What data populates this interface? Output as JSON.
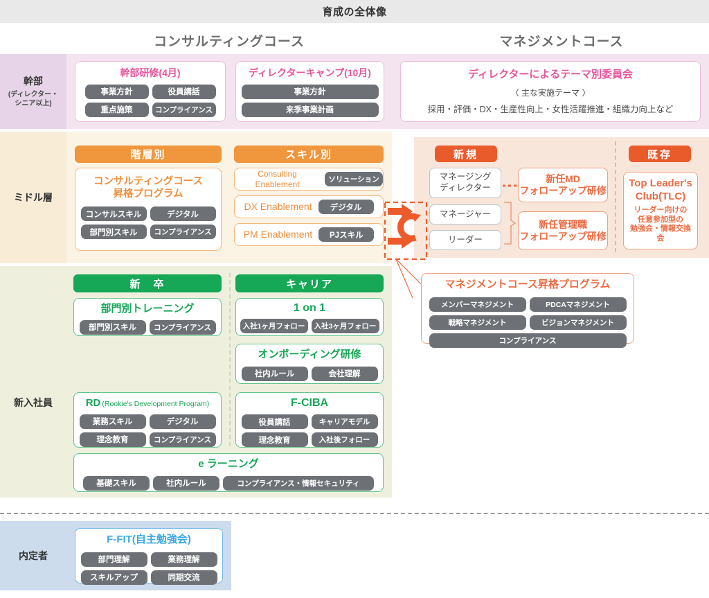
{
  "header": {
    "title": "育成の全体像"
  },
  "courses": {
    "consulting": "コンサルティングコース",
    "management": "マネジメントコース"
  },
  "rows": {
    "exec": {
      "label": "幹部",
      "sub_line1": "(ディレクター・",
      "sub_line2": "シニア以上)"
    },
    "middle": {
      "label": "ミドル層"
    },
    "newhire": {
      "label": "新入社員"
    },
    "offer": {
      "label": "内定者"
    }
  },
  "exec": {
    "card1": {
      "title": "幹部研修(4月)",
      "chips": [
        "事業方針",
        "役員講話",
        "重点施策",
        "コンプライアンス"
      ]
    },
    "card2": {
      "title": "ディレクターキャンプ(10月)",
      "chips": [
        "事業方針",
        "来季事業計画"
      ]
    },
    "card3": {
      "title": "ディレクターによるテーマ別委員会",
      "subtitle": "〈 主な実施テーマ 〉",
      "body": "採用・評価・DX・生産性向上・女性活躍推進・組織力向上など"
    }
  },
  "middle": {
    "pill_hierarchy": "階層別",
    "pill_skill": "スキル別",
    "hierarchy_card": {
      "title_line1": "コンサルティングコース",
      "title_line2": "昇格プログラム",
      "chips": [
        "コンサルスキル",
        "デジタル",
        "部門別スキル",
        "コンプライアンス"
      ]
    },
    "skill_cards": [
      {
        "name": "Consulting Enablement",
        "chip": "ソリューション"
      },
      {
        "name": "DX Enablement",
        "chip": "デジタル"
      },
      {
        "name": "PM Enablement",
        "chip": "PJスキル"
      }
    ],
    "pill_new": "新規",
    "pill_existing": "既存",
    "roles": [
      "マネージング\nディレクター",
      "マネージャー",
      "リーダー"
    ],
    "role_lines": [
      [
        "マネージング",
        "ディレクター"
      ],
      [
        "マネージャー"
      ],
      [
        "リーダー"
      ]
    ],
    "followups": [
      {
        "line1": "新任MD",
        "line2": "フォローアップ研修"
      },
      {
        "line1": "新任管理職",
        "line2": "フォローアップ研修"
      }
    ],
    "tlc": {
      "title_line1": "Top Leader's",
      "title_line2": "Club(TLC)",
      "sub_line1": "リーダー向けの",
      "sub_line2": "任意参加型の",
      "sub_line3": "勉強会・情報交換会"
    },
    "mgmt_program": {
      "title": "マネジメントコース昇格プログラム",
      "chips": [
        "メンバーマネジメント",
        "PDCAマネジメント",
        "戦略マネジメント",
        "ビジョンマネジメント",
        "コンプライアンス"
      ]
    }
  },
  "newhire": {
    "pill_graduate": "新　卒",
    "pill_career": "キャリア",
    "cards_graduate": [
      {
        "title": "部門別トレーニング",
        "chips": [
          "部門別スキル",
          "コンプライアンス"
        ]
      },
      {
        "title": "RD",
        "title_sub": "(Rookie's Development Program)",
        "chips": [
          "業務スキル",
          "デジタル",
          "理念教育",
          "コンプライアンス"
        ]
      }
    ],
    "cards_career": [
      {
        "title": "1 on 1",
        "chips": [
          "入社1ヶ月フォロー",
          "入社3ヶ月フォロー"
        ]
      },
      {
        "title": "オンボーディング研修",
        "chips": [
          "社内ルール",
          "会社理解"
        ]
      },
      {
        "title": "F-CIBA",
        "chips": [
          "役員講話",
          "キャリアモデル",
          "理念教育",
          "入社後フォロー"
        ]
      }
    ],
    "elearning": {
      "title": "e ラーニング",
      "chips": [
        "基礎スキル",
        "社内ルール",
        "コンプライアンス・情報セキュリティ"
      ]
    }
  },
  "offer": {
    "card": {
      "title": "F-FIT(自主勉強会)",
      "chips": [
        "部門理解",
        "業務理解",
        "スキルアップ",
        "同期交流"
      ]
    }
  },
  "colors": {
    "band": "#e9e9e9",
    "exec_pink": "#f4e4f0",
    "exec_pink_label": "#e7d4e8",
    "middle_cream": "#fbf3e4",
    "middle_cream_label": "#f9ecd6",
    "middle_peach": "#f8e6db",
    "newhire_green": "#eef0dd",
    "offer_blue": "#ccdced",
    "pink_text": "#e8559a",
    "orange": "#f0963c",
    "deep_orange": "#ea5b2b",
    "green": "#16a757",
    "blue_text": "#3aa8e0",
    "chip_gray": "#6d7176"
  }
}
